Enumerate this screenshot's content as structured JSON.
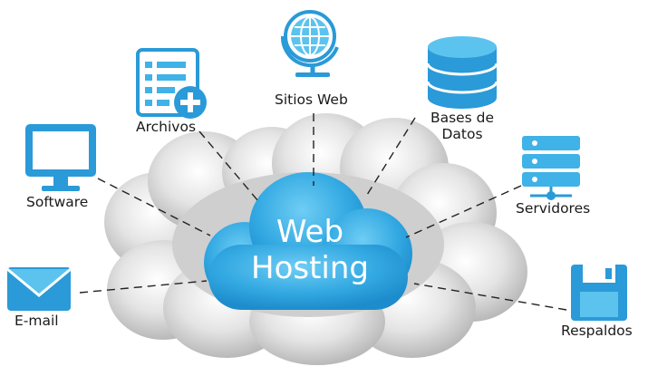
{
  "center": {
    "line1": "Web",
    "line2": "Hosting"
  },
  "nodes": {
    "websites": {
      "label": "Sitios Web",
      "icon": "globe-icon"
    },
    "files": {
      "label": "Archivos",
      "icon": "add-file-icon"
    },
    "databases": {
      "line1": "Bases de",
      "line2": "Datos",
      "icon": "database-icon"
    },
    "software": {
      "label": "Software",
      "icon": "monitor-icon"
    },
    "servers": {
      "label": "Servidores",
      "icon": "server-icon"
    },
    "email": {
      "label": "E-mail",
      "icon": "envelope-icon"
    },
    "backups": {
      "label": "Respaldos",
      "icon": "floppy-disk-icon"
    }
  },
  "colors": {
    "icon_blue": "#2aa3df",
    "icon_blue_light": "#5cc3ee",
    "cloud_core": "#2ea6e0",
    "cloud_gray": "#d6d6d6",
    "connector": "#222222"
  }
}
